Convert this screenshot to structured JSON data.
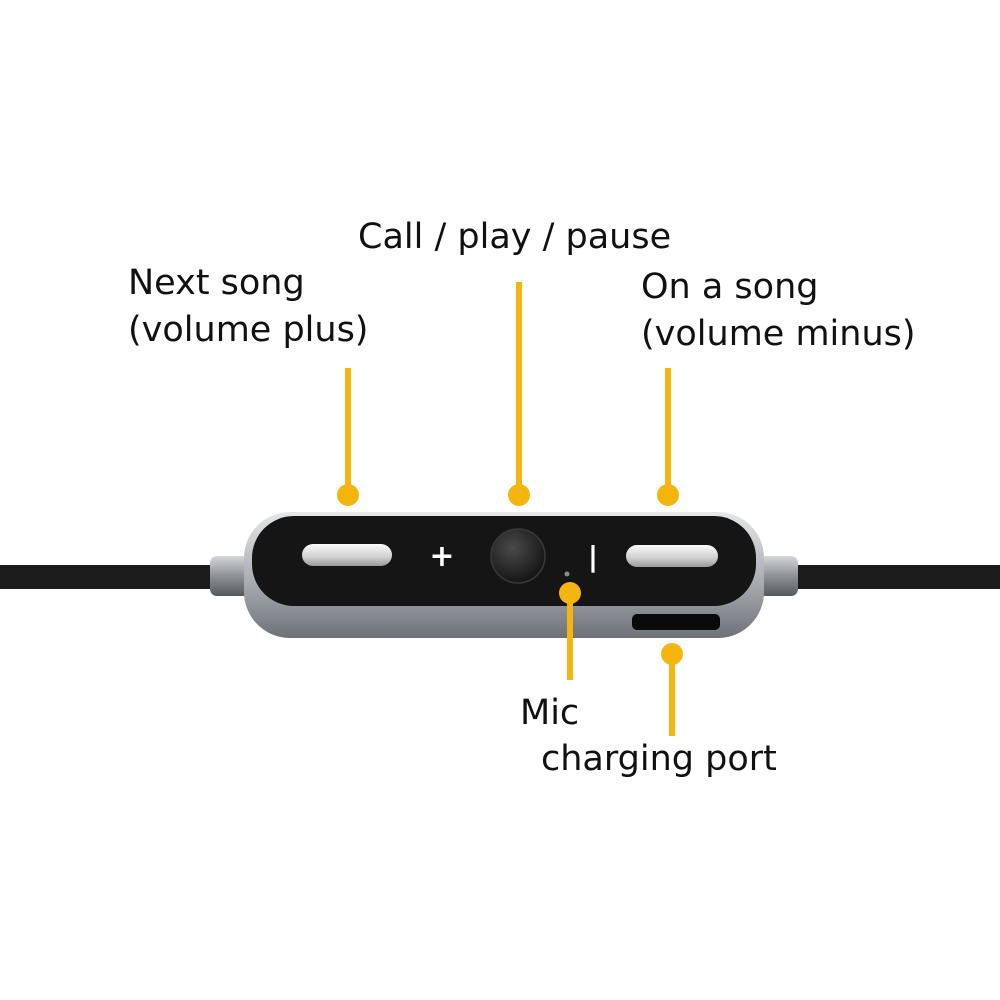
{
  "labels": {
    "call": "Call / play / pause",
    "next_line1": "Next song",
    "next_line2": "(volume plus)",
    "prev_line1": "On a song",
    "prev_line2": "(volume minus)",
    "mic": "Mic",
    "charging_port": "charging port"
  },
  "button_symbols": {
    "plus": "+",
    "minus": "|"
  },
  "colors": {
    "callout": "#f5b50f",
    "background": "#ffffff",
    "text": "#111111",
    "cable": "#1c1c1c",
    "remote_body": "#151515",
    "remote_frame": "#b9bcc0",
    "button": "#d9d9d9"
  }
}
